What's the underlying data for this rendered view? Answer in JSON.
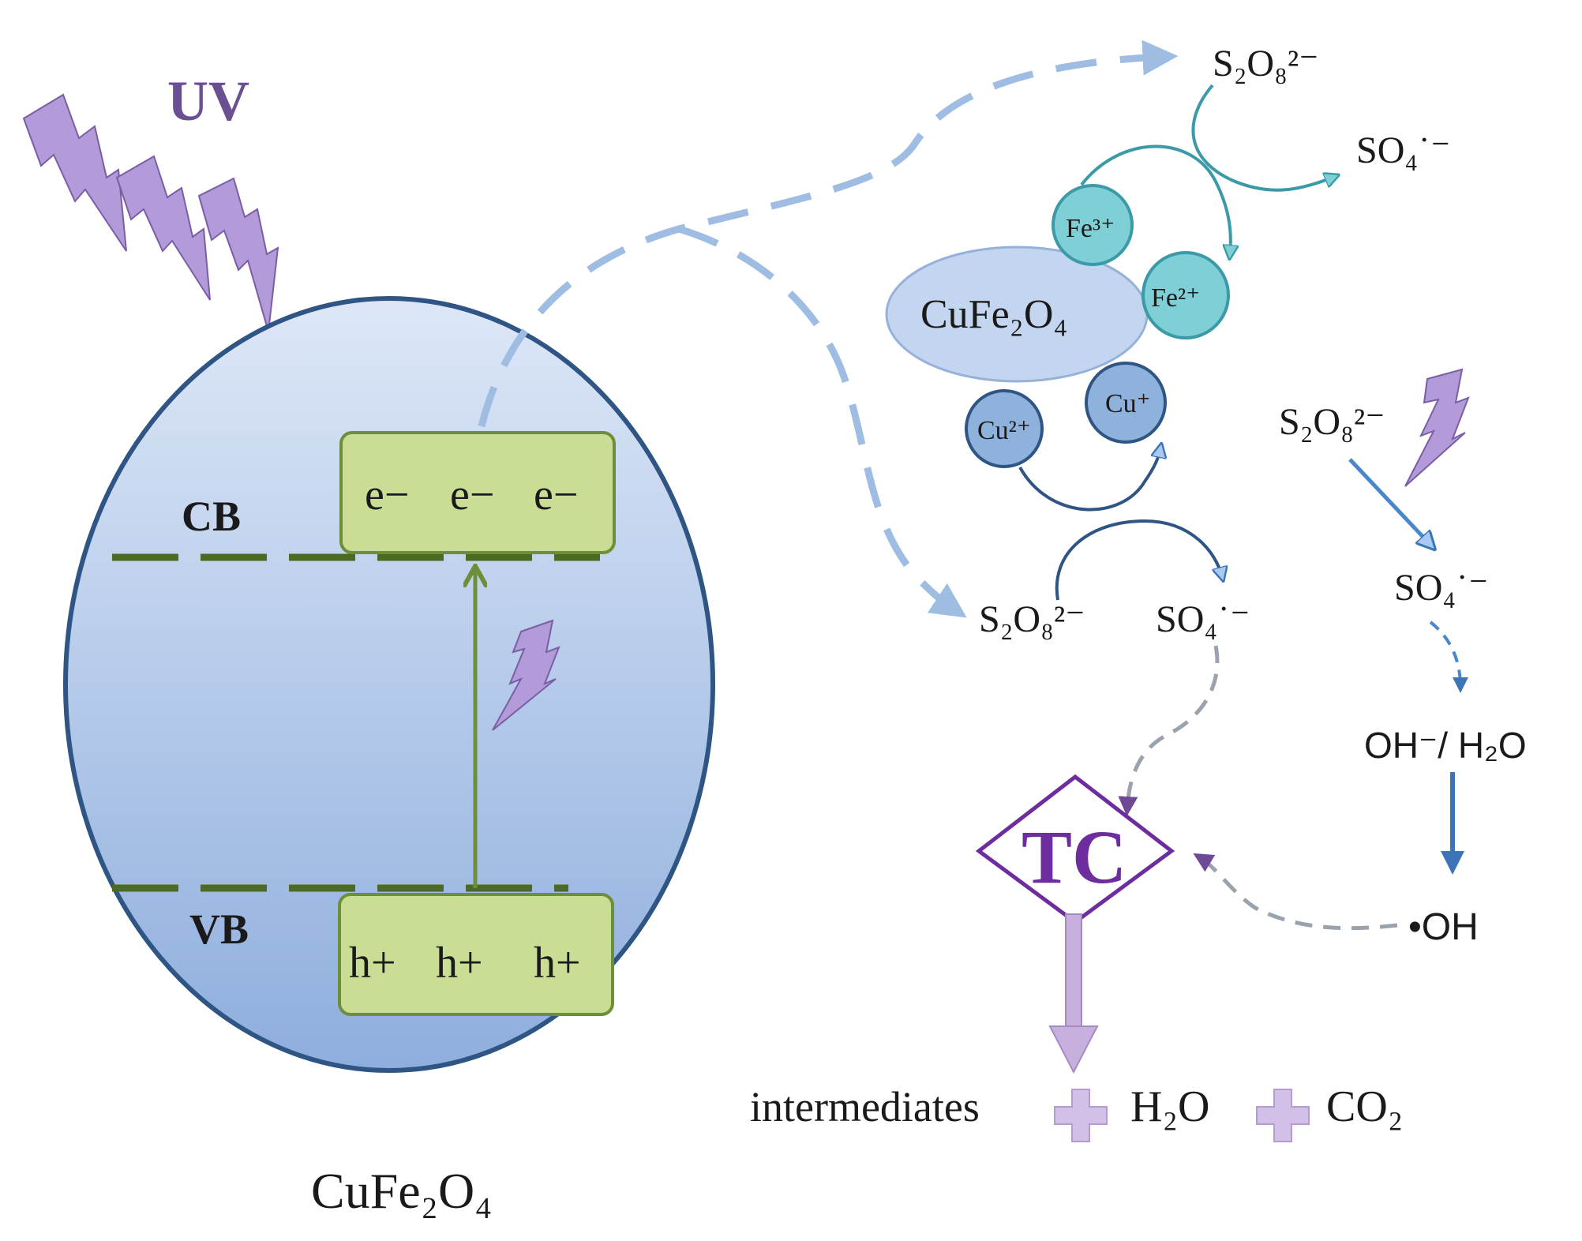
{
  "labels": {
    "uv": "UV",
    "cb": "CB",
    "vb": "VB",
    "electron": "e−",
    "hole": "h+",
    "particle_main": "CuFe₂O₄",
    "particle_small": "CuFe₂O₄",
    "fe3": "Fe³⁺",
    "fe2": "Fe²⁺",
    "cu2": "Cu²⁺",
    "cu1": "Cu⁺",
    "persulfate": "S₂O₈²⁻",
    "sulfate_radical": "SO₄˙⁻",
    "oh_h2o": "OH⁻/ H₂O",
    "hydroxyl_radical": "•OH",
    "tc": "TC",
    "intermediates": "intermediates",
    "h2o": "H₂O",
    "co2": "CO₂"
  },
  "colors": {
    "particle_fill_top": "#dbe6f7",
    "particle_fill_bottom": "#93b2df",
    "particle_stroke": "#2f5585",
    "band_fill": "#c9dd94",
    "band_stroke": "#6e8f3a",
    "band_line": "#4d6a24",
    "lightning": "#b39ad8",
    "lightning_stroke": "#7a5ea5",
    "uv_text": "#6a4f92",
    "dashed_blue": "#9fbde3",
    "teal": "#3a9aa8",
    "teal_fill": "#7fcfd6",
    "blue": "#4a86cc",
    "cu_fill": "#8fb2dd",
    "tc": "#6e2d9e",
    "tc_arrow": "#c8b0de",
    "gray_dash": "#9aa3ad"
  }
}
